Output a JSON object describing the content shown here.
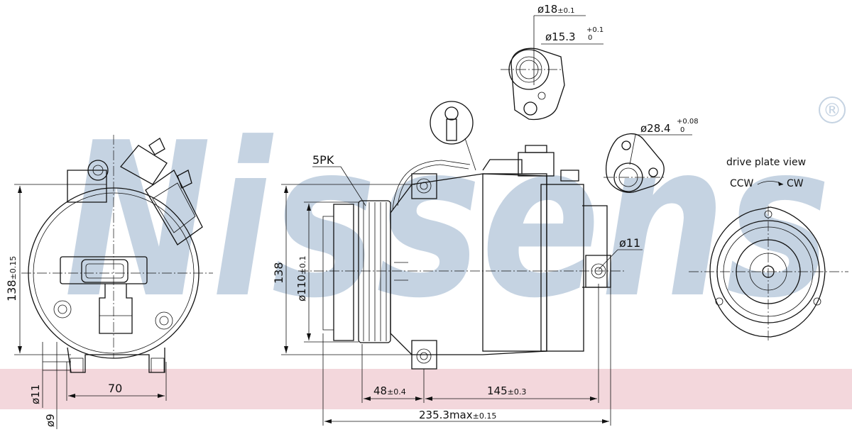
{
  "brand": {
    "watermark": "Nissens",
    "registered": "®"
  },
  "colors": {
    "watermark": "#c5d3e2",
    "band": "#f3d7dc",
    "ink": "#111111"
  },
  "labels": {
    "pk": "5PK",
    "drive_plate_view": "drive plate view",
    "ccw": "CCW",
    "cw": "CW"
  },
  "dimensions": {
    "d18": {
      "main": "ø18",
      "tol": "±0.1"
    },
    "d15": {
      "main": "ø15.3",
      "tol_up": "+0.1",
      "tol_low": "0"
    },
    "d28": {
      "main": "ø28.4",
      "tol_up": "+0.08",
      "tol_low": "0"
    },
    "d11_mount": {
      "main": "ø11"
    },
    "h138_tol": {
      "main": "138",
      "tol": "±0.15"
    },
    "h138": {
      "main": "138"
    },
    "d110": {
      "main": "ø110",
      "tol": "±0.1"
    },
    "w70": {
      "main": "70"
    },
    "d11_left": {
      "main": "ø11"
    },
    "d9_left": {
      "main": "ø9"
    },
    "w48": {
      "main": "48",
      "tol": "±0.4"
    },
    "w145": {
      "main": "145",
      "tol": "±0.3"
    },
    "w235": {
      "main": "235.3max",
      "tol": "±0.15"
    }
  }
}
